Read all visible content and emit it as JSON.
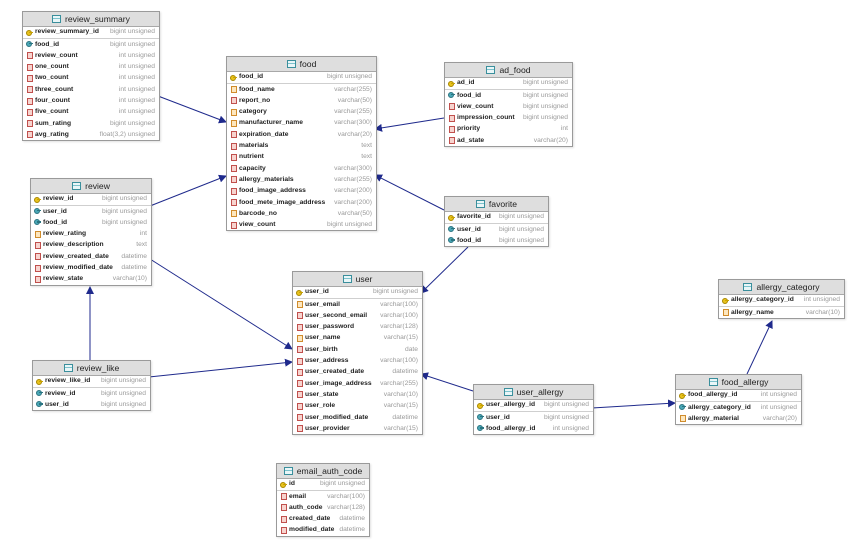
{
  "tables": {
    "review_summary": {
      "title": "review_summary",
      "rows": [
        {
          "name": "review_summary_id",
          "type": "bigint unsigned",
          "icon": "key"
        },
        {
          "name": "food_id",
          "type": "bigint unsigned",
          "icon": "fk"
        },
        {
          "name": "review_count",
          "type": "int unsigned",
          "icon": "nn"
        },
        {
          "name": "one_count",
          "type": "int unsigned",
          "icon": "nn"
        },
        {
          "name": "two_count",
          "type": "int unsigned",
          "icon": "nn"
        },
        {
          "name": "three_count",
          "type": "int unsigned",
          "icon": "nn"
        },
        {
          "name": "four_count",
          "type": "int unsigned",
          "icon": "nn"
        },
        {
          "name": "five_count",
          "type": "int unsigned",
          "icon": "nn"
        },
        {
          "name": "sum_rating",
          "type": "bigint unsigned",
          "icon": "nn"
        },
        {
          "name": "avg_rating",
          "type": "float(3,2) unsigned",
          "icon": "nn"
        }
      ]
    },
    "food": {
      "title": "food",
      "rows": [
        {
          "name": "food_id",
          "type": "bigint unsigned",
          "icon": "key"
        },
        {
          "name": "food_name",
          "type": "varchar(255)",
          "icon": "uq"
        },
        {
          "name": "report_no",
          "type": "varchar(50)",
          "icon": "nn"
        },
        {
          "name": "category",
          "type": "varchar(255)",
          "icon": "uq"
        },
        {
          "name": "manufacturer_name",
          "type": "varchar(300)",
          "icon": "uq"
        },
        {
          "name": "expiration_date",
          "type": "varchar(20)",
          "icon": "nn"
        },
        {
          "name": "materials",
          "type": "text",
          "icon": "nn"
        },
        {
          "name": "nutrient",
          "type": "text",
          "icon": "nn"
        },
        {
          "name": "capacity",
          "type": "varchar(300)",
          "icon": "nn"
        },
        {
          "name": "allergy_materials",
          "type": "varchar(255)",
          "icon": "nn"
        },
        {
          "name": "food_image_address",
          "type": "varchar(200)",
          "icon": "nn"
        },
        {
          "name": "food_mete_image_address",
          "type": "varchar(200)",
          "icon": "nn"
        },
        {
          "name": "barcode_no",
          "type": "varchar(50)",
          "icon": "uq"
        },
        {
          "name": "view_count",
          "type": "bigint unsigned",
          "icon": "nn"
        }
      ]
    },
    "ad_food": {
      "title": "ad_food",
      "rows": [
        {
          "name": "ad_id",
          "type": "bigint unsigned",
          "icon": "key"
        },
        {
          "name": "food_id",
          "type": "bigint unsigned",
          "icon": "fk"
        },
        {
          "name": "view_count",
          "type": "bigint unsigned",
          "icon": "nn"
        },
        {
          "name": "impression_count",
          "type": "bigint unsigned",
          "icon": "nn"
        },
        {
          "name": "priority",
          "type": "int",
          "icon": "nn"
        },
        {
          "name": "ad_state",
          "type": "varchar(20)",
          "icon": "nn"
        }
      ]
    },
    "review": {
      "title": "review",
      "rows": [
        {
          "name": "review_id",
          "type": "bigint unsigned",
          "icon": "key"
        },
        {
          "name": "user_id",
          "type": "bigint unsigned",
          "icon": "fk"
        },
        {
          "name": "food_id",
          "type": "bigint unsigned",
          "icon": "fk"
        },
        {
          "name": "review_rating",
          "type": "int",
          "icon": "uq"
        },
        {
          "name": "review_description",
          "type": "text",
          "icon": "nn"
        },
        {
          "name": "review_created_date",
          "type": "datetime",
          "icon": "nn"
        },
        {
          "name": "review_modified_date",
          "type": "datetime",
          "icon": "nn"
        },
        {
          "name": "review_state",
          "type": "varchar(10)",
          "icon": "nn"
        }
      ]
    },
    "favorite": {
      "title": "favorite",
      "rows": [
        {
          "name": "favorite_id",
          "type": "bigint unsigned",
          "icon": "key"
        },
        {
          "name": "user_id",
          "type": "bigint unsigned",
          "icon": "fk"
        },
        {
          "name": "food_id",
          "type": "bigint unsigned",
          "icon": "fk"
        }
      ]
    },
    "user": {
      "title": "user",
      "rows": [
        {
          "name": "user_id",
          "type": "bigint unsigned",
          "icon": "key"
        },
        {
          "name": "user_email",
          "type": "varchar(100)",
          "icon": "uq"
        },
        {
          "name": "user_second_email",
          "type": "varchar(100)",
          "icon": "nn"
        },
        {
          "name": "user_password",
          "type": "varchar(128)",
          "icon": "nn"
        },
        {
          "name": "user_name",
          "type": "varchar(15)",
          "icon": "uq"
        },
        {
          "name": "user_birth",
          "type": "date",
          "icon": "nn"
        },
        {
          "name": "user_address",
          "type": "varchar(100)",
          "icon": "nn"
        },
        {
          "name": "user_created_date",
          "type": "datetime",
          "icon": "nn"
        },
        {
          "name": "user_image_address",
          "type": "varchar(255)",
          "icon": "nn"
        },
        {
          "name": "user_state",
          "type": "varchar(10)",
          "icon": "nn"
        },
        {
          "name": "user_role",
          "type": "varchar(15)",
          "icon": "nn"
        },
        {
          "name": "user_modified_date",
          "type": "datetime",
          "icon": "nn"
        },
        {
          "name": "user_provider",
          "type": "varchar(15)",
          "icon": "nn"
        }
      ]
    },
    "allergy_category": {
      "title": "allergy_category",
      "rows": [
        {
          "name": "allergy_category_id",
          "type": "int unsigned",
          "icon": "key"
        },
        {
          "name": "allergy_name",
          "type": "varchar(10)",
          "icon": "uq"
        }
      ]
    },
    "review_like": {
      "title": "review_like",
      "rows": [
        {
          "name": "review_like_id",
          "type": "bigint unsigned",
          "icon": "key"
        },
        {
          "name": "review_id",
          "type": "bigint unsigned",
          "icon": "fk"
        },
        {
          "name": "user_id",
          "type": "bigint unsigned",
          "icon": "fk"
        }
      ]
    },
    "user_allergy": {
      "title": "user_allergy",
      "rows": [
        {
          "name": "user_allergy_id",
          "type": "bigint unsigned",
          "icon": "key"
        },
        {
          "name": "user_id",
          "type": "bigint unsigned",
          "icon": "fk"
        },
        {
          "name": "food_allergy_id",
          "type": "int unsigned",
          "icon": "fk"
        }
      ]
    },
    "food_allergy": {
      "title": "food_allergy",
      "rows": [
        {
          "name": "food_allergy_id",
          "type": "int unsigned",
          "icon": "key"
        },
        {
          "name": "allergy_category_id",
          "type": "int unsigned",
          "icon": "fk"
        },
        {
          "name": "allergy_material",
          "type": "varchar(20)",
          "icon": "uq"
        }
      ]
    },
    "email_auth_code": {
      "title": "email_auth_code",
      "rows": [
        {
          "name": "id",
          "type": "bigint unsigned",
          "icon": "key"
        },
        {
          "name": "email",
          "type": "varchar(100)",
          "icon": "nn"
        },
        {
          "name": "auth_code",
          "type": "varchar(128)",
          "icon": "nn"
        },
        {
          "name": "created_date",
          "type": "datetime",
          "icon": "nn"
        },
        {
          "name": "modified_date",
          "type": "datetime",
          "icon": "nn"
        }
      ]
    }
  },
  "relations": [
    {
      "from": "review_summary",
      "to": "food"
    },
    {
      "from": "ad_food",
      "to": "food"
    },
    {
      "from": "review",
      "to": "food"
    },
    {
      "from": "favorite",
      "to": "food"
    },
    {
      "from": "favorite",
      "to": "user"
    },
    {
      "from": "review",
      "to": "user"
    },
    {
      "from": "review_like",
      "to": "review"
    },
    {
      "from": "review_like",
      "to": "user"
    },
    {
      "from": "user_allergy",
      "to": "user"
    },
    {
      "from": "user_allergy",
      "to": "food_allergy"
    },
    {
      "from": "food_allergy",
      "to": "allergy_category"
    }
  ],
  "colors": {
    "edge": "#1f2a8c",
    "header": "#dedede",
    "type_text": "#9a9a9a"
  }
}
